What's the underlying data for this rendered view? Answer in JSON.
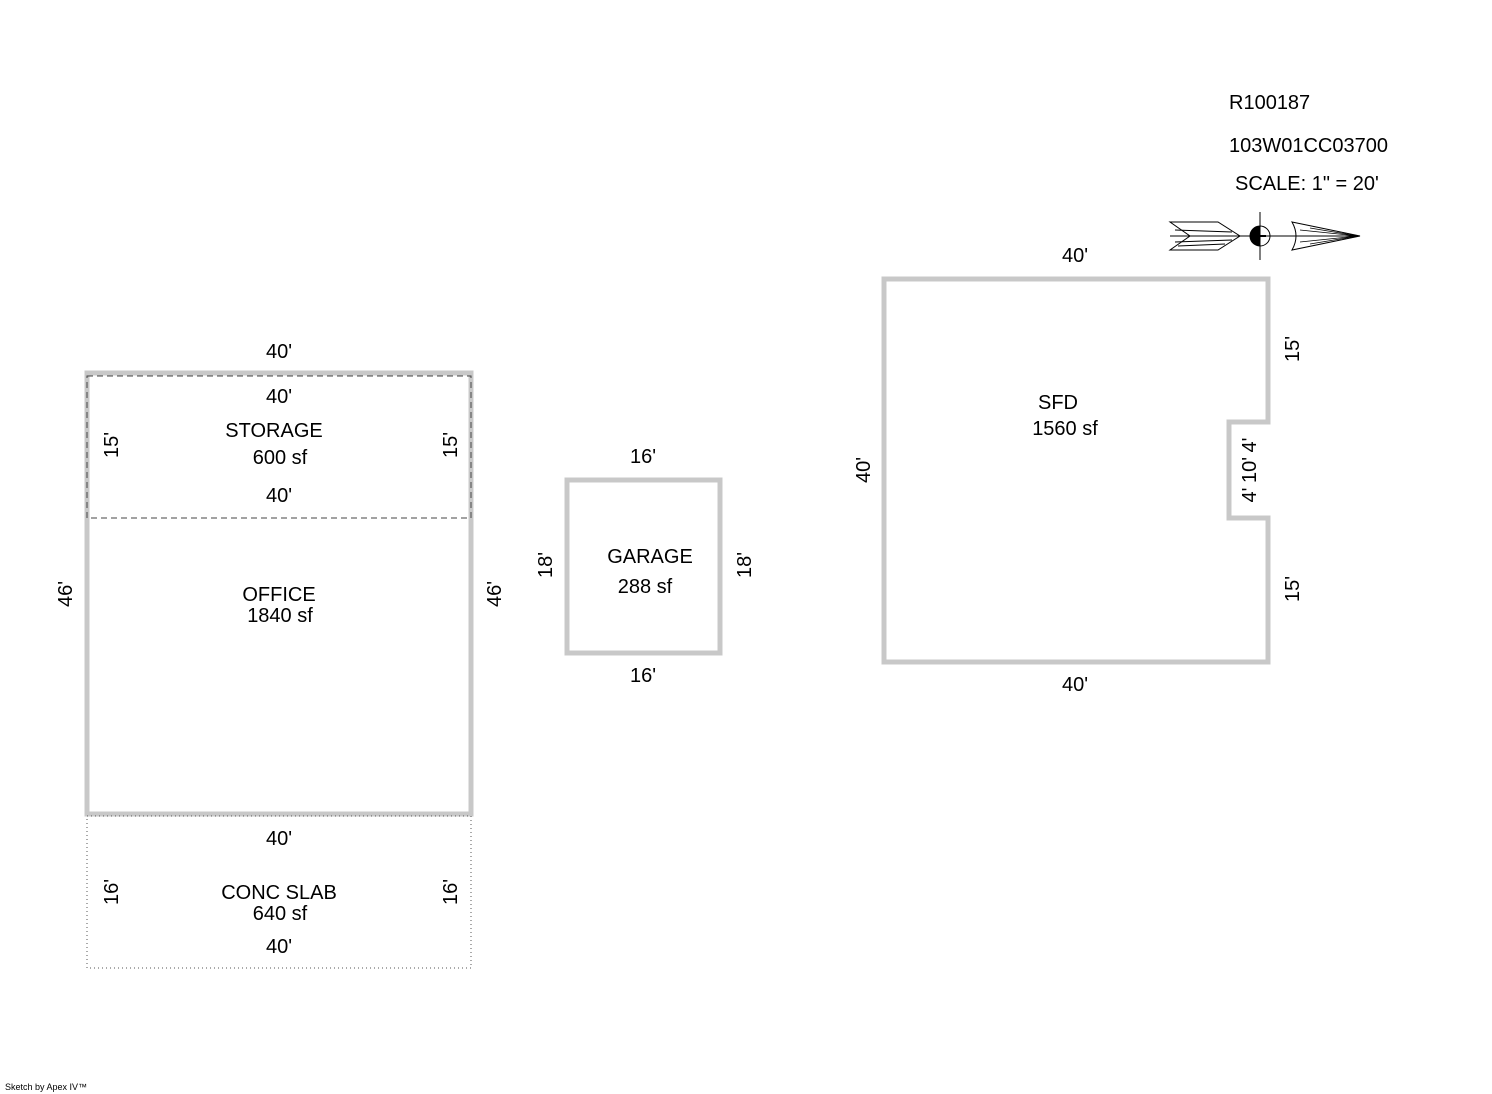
{
  "header": {
    "account": "R100187",
    "map_tax_lot": "103W01CC03700",
    "scale": "SCALE: 1\" = 20'"
  },
  "office": {
    "top": "40'",
    "left": "46'",
    "right": "46'",
    "label": "OFFICE",
    "area": "1840 sf"
  },
  "storage": {
    "top": "40'",
    "bottom": "40'",
    "left": "15'",
    "right": "15'",
    "label": "STORAGE",
    "area": "600 sf"
  },
  "conc_slab": {
    "top": "40'",
    "bottom": "40'",
    "left": "16'",
    "right": "16'",
    "label": "CONC SLAB",
    "area": "640 sf"
  },
  "garage": {
    "top": "16'",
    "bottom": "16'",
    "left": "18'",
    "right": "18'",
    "label": "GARAGE",
    "area": "288 sf"
  },
  "sfd": {
    "top": "40'",
    "bottom": "40'",
    "left": "40'",
    "right_upper": "15'",
    "right_lower": "15'",
    "notch_top": "4'",
    "notch_side": "10'",
    "notch_bottom": "4'",
    "label": "SFD",
    "area": "1560 sf"
  },
  "footer": "Sketch by Apex IV™"
}
